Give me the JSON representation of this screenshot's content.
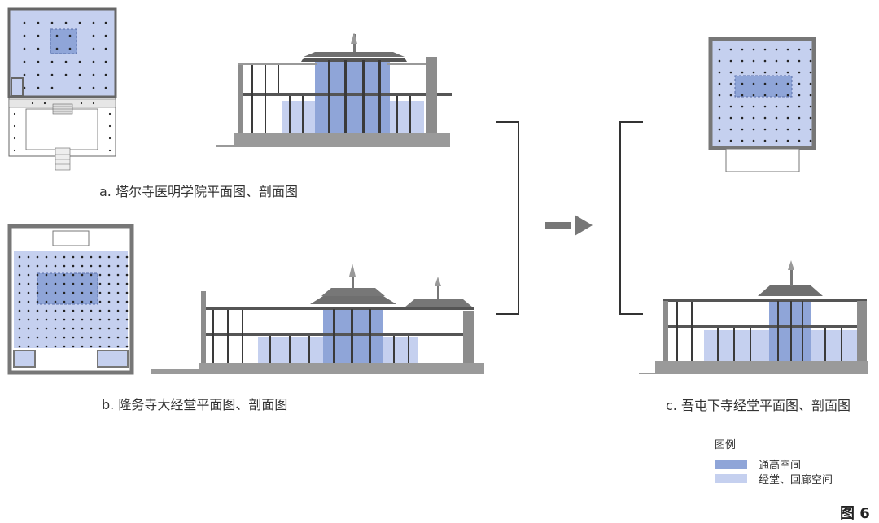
{
  "colors": {
    "tall_space": "#8fa5d8",
    "hall_corridor": "#c5d0ef",
    "wall": "#8c8c8c",
    "ground": "#9a9a9a",
    "roof": "#6f6f6f",
    "bracket": "#3a3a3a"
  },
  "captions": {
    "a": "a. 塔尔寺医明学院平面图、剖面图",
    "b": "b. 隆务寺大经堂平面图、剖面图",
    "c": "c. 吾屯下寺经堂平面图、剖面图"
  },
  "legend": {
    "title": "图例",
    "items": [
      {
        "label": "通高空间",
        "color": "#8fa5d8"
      },
      {
        "label": "经堂、回廊空间",
        "color": "#c5d0ef"
      }
    ]
  },
  "figure_number": "图 6",
  "arrow_icon": "right-arrow-icon"
}
